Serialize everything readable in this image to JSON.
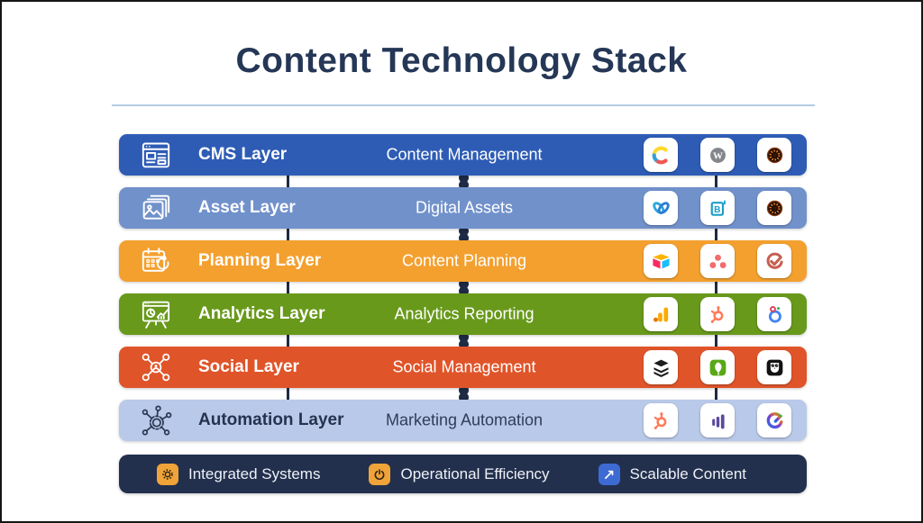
{
  "title": "Content Technology Stack",
  "colors": {
    "title_text": "#253756",
    "divider": "#b5cbe4",
    "connector": "#1e2b45",
    "footer_bar": "#23304d",
    "legend_orange": "#f0a338",
    "legend_blue": "#3d6bd3"
  },
  "layers": [
    {
      "name": "CMS Layer",
      "description": "Content Management",
      "color": "#2e5cb5",
      "icon": "cms-browser-icon",
      "tools": [
        "contentful-logo",
        "wordpress-logo",
        "dark-circle-logo"
      ]
    },
    {
      "name": "Asset Layer",
      "description": "Digital Assets",
      "color": "#7191cb",
      "icon": "stacked-photos-icon",
      "tools": [
        "blue-heart-loop-logo",
        "b-letter-box-logo",
        "dark-circle-logo"
      ]
    },
    {
      "name": "Planning Layer",
      "description": "Content Planning",
      "color": "#f3a02f",
      "icon": "calendar-refresh-icon",
      "tools": [
        "airtable-logo",
        "asana-logo",
        "red-check-circle-logo"
      ]
    },
    {
      "name": "Analytics Layer",
      "description": "Analytics Reporting",
      "color": "#68991b",
      "icon": "presentation-chart-icon",
      "tools": [
        "google-analytics-logo",
        "hubspot-logo",
        "looker-loop-logo"
      ]
    },
    {
      "name": "Social Layer",
      "description": "Social Management",
      "color": "#e05429",
      "icon": "network-hub-icon",
      "tools": [
        "buffer-logo",
        "sprout-leaf-logo",
        "hootsuite-owl-logo"
      ]
    },
    {
      "name": "Automation Layer",
      "description": "Marketing Automation",
      "color": "#b9c9e9",
      "icon": "gear-nodes-icon",
      "tools": [
        "hubspot-logo",
        "marketo-bars-logo",
        "gradient-swirl-logo"
      ]
    }
  ],
  "footer": {
    "items": [
      {
        "label": "Integrated Systems",
        "icon": "gear-badge-icon",
        "icon_color": "#f0a338"
      },
      {
        "label": "Operational Efficiency",
        "icon": "power-badge-icon",
        "icon_color": "#f0a338"
      },
      {
        "label": "Scalable Content",
        "icon": "growth-arrow-badge-icon",
        "icon_color": "#3d6bd3"
      }
    ]
  }
}
